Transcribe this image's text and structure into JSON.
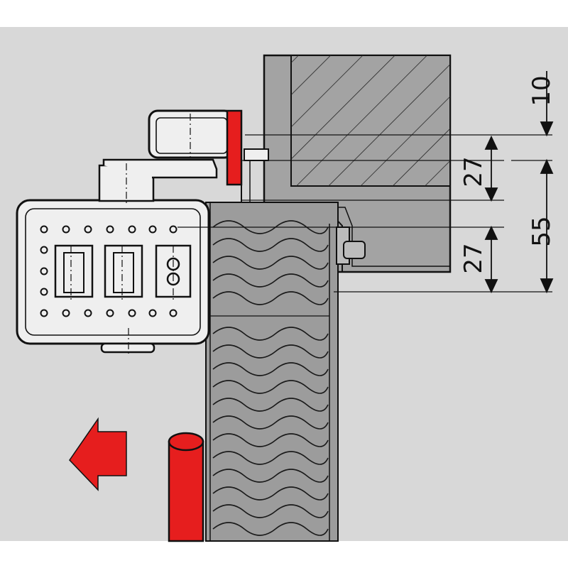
{
  "diagram": {
    "dimensions": [
      {
        "id": "dim-10",
        "label": "10"
      },
      {
        "id": "dim-27-top",
        "label": "27"
      },
      {
        "id": "dim-55",
        "label": "55"
      },
      {
        "id": "dim-27-bottom",
        "label": "27"
      }
    ],
    "colors": {
      "background": "#d8d8d8",
      "frame_section": "#a3a3a3",
      "wood": "#9c9c9c",
      "closer_body": "#efefef",
      "accent_red": "#e61e1e",
      "outline": "#111111"
    },
    "icons": {
      "direction_arrow": "arrow-left-icon",
      "valve_symbol": "figure-eight-symbol"
    }
  }
}
